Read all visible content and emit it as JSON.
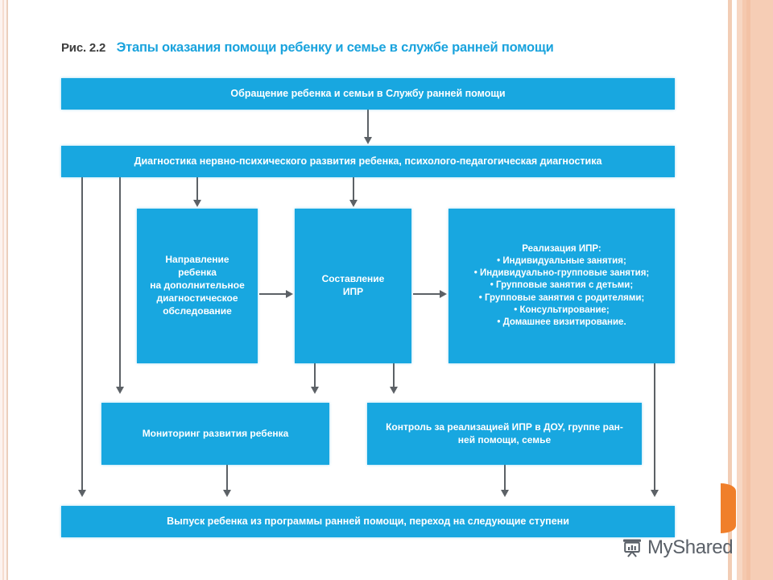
{
  "slide": {
    "caption_prefix": "Рис. 2.2",
    "caption_title": "Этапы оказания помощи ребенку и семье в службе ранней помощи",
    "accent_blue": "#18a7e0",
    "title_blue": "#1aa3dd",
    "connector_gray": "#5c6166",
    "decor_orange": "#f07f2a",
    "decor_peach": "#f3c2a5"
  },
  "flow": {
    "request": "Обращение ребенка и семьи в Службу ранней помощи",
    "diagnosis": "Диагностика нервно-психического развития ребенка, психолого-педагогическая диагностика",
    "referral": {
      "lines": [
        "Направление",
        "ребенка",
        "на дополнительное",
        "диагностическое",
        "обследование"
      ]
    },
    "ipr": {
      "lines": [
        "Составление",
        "ИПР"
      ]
    },
    "realization": {
      "heading": "Реализация ИПР:",
      "items": [
        "• Индивидуальные занятия;",
        "• Индивидуально-групповые занятия;",
        "• Групповые занятия с детьми;",
        "• Групповые занятия с родителями;",
        "• Консультирование;",
        "• Домашнее визитирование."
      ]
    },
    "monitoring": "Мониторинг развития ребенка",
    "control": {
      "lines": [
        "Контроль за реализацией ИПР в ДОУ, группе ран-",
        "ней помощи, семье"
      ]
    },
    "graduation": "Выпуск ребенка из программы ранней помощи, переход на следующие ступени"
  },
  "watermark": {
    "text": "MyShared",
    "icon": "presentation-board-icon"
  }
}
